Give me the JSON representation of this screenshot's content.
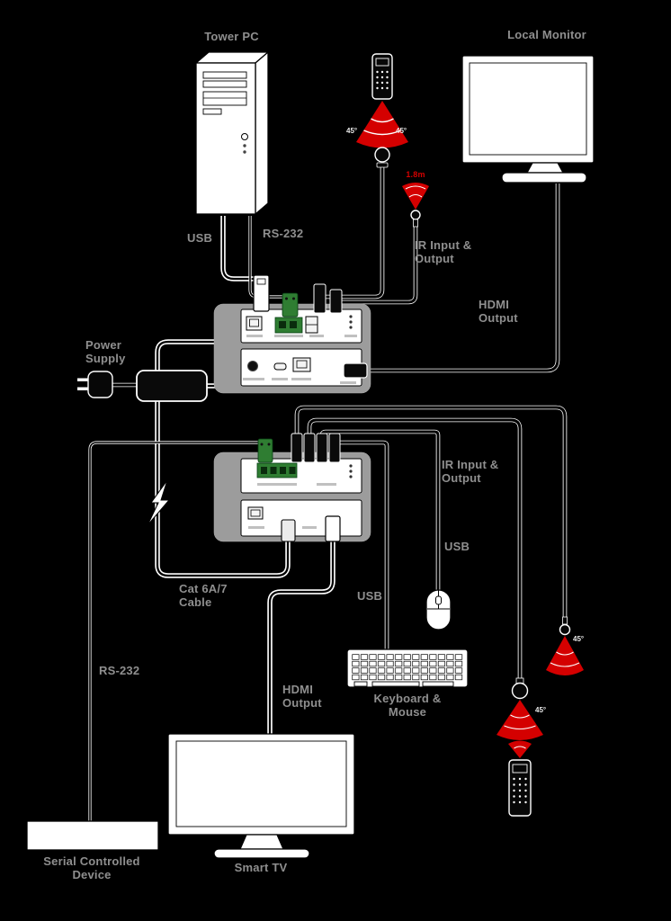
{
  "colors": {
    "background": "#000000",
    "label_gray": "#8f8f8f",
    "ir_red": "#d40000",
    "device_gray": "#9c9c9c",
    "phoenix_green": "#2f7d32",
    "cable_white": "#ffffff",
    "cable_black": "#000000"
  },
  "labels": {
    "tower_pc": "Tower PC",
    "local_monitor": "Local Monitor",
    "usb_pc": "USB",
    "rs232_pc": "RS-232",
    "ir_io_tx": "IR Input &\nOutput",
    "hdmi_output_monitor": "HDMI\nOutput",
    "power_supply": "Power\nSupply",
    "ir_io_rx": "IR Input &\nOutput",
    "usb_mouse": "USB",
    "usb_keyboard": "USB",
    "cat_cable": "Cat 6A/7\nCable",
    "rs232_serial": "RS-232",
    "hdmi_output_tv": "HDMI\nOutput",
    "keyboard_mouse": "Keyboard &\nMouse",
    "smart_tv": "Smart TV",
    "serial_device": "Serial Controlled\nDevice",
    "ir_distance": "1.8m",
    "angle_45": "45°"
  }
}
